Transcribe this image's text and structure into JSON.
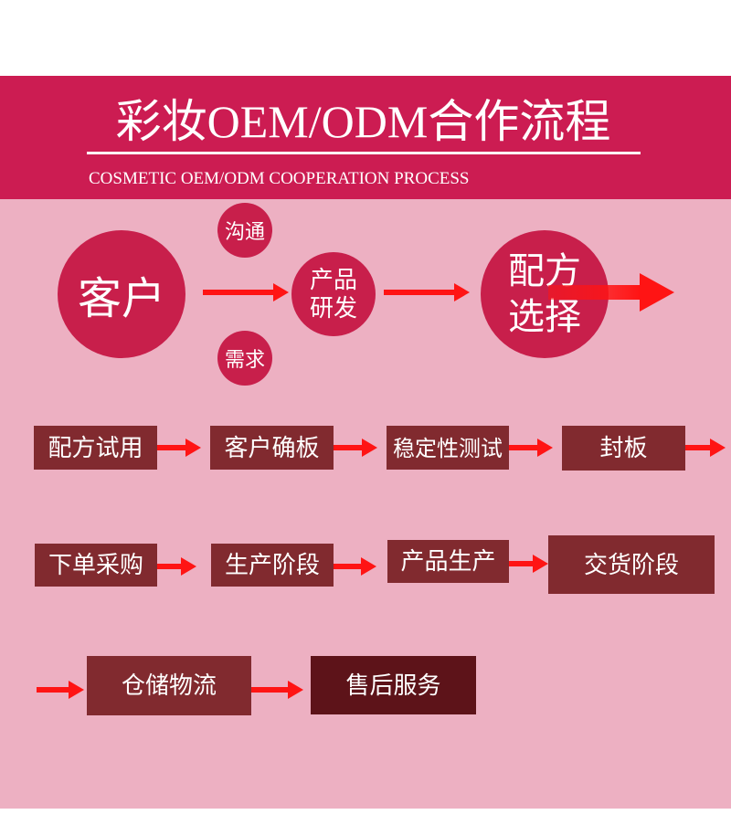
{
  "header": {
    "title": "彩妆OEM/ODM合作流程",
    "subtitle": "COSMETIC OEM/ODM COOPERATION PROCESS"
  },
  "consult": {
    "client": "客户",
    "communicate": "沟通",
    "demand": "需求",
    "development": [
      "产品",
      "研发"
    ],
    "formula_selection": [
      "配方",
      "选择"
    ]
  },
  "process": {
    "row1": [
      "配方试用",
      "客户确板",
      "稳定性测试",
      "封板"
    ],
    "row2": [
      "下单采购",
      "生产阶段",
      "产品生产",
      "交货阶段"
    ],
    "row3": [
      "仓储物流",
      "售后服务"
    ]
  },
  "colors": {
    "banner": "#cc1c52",
    "page_bg": "#edb0c2",
    "circle": "#c81f4b",
    "box": "#812a2f",
    "box_dark": "#5d1319",
    "arrow": "#ff1414",
    "text_light": "#ffffff"
  }
}
